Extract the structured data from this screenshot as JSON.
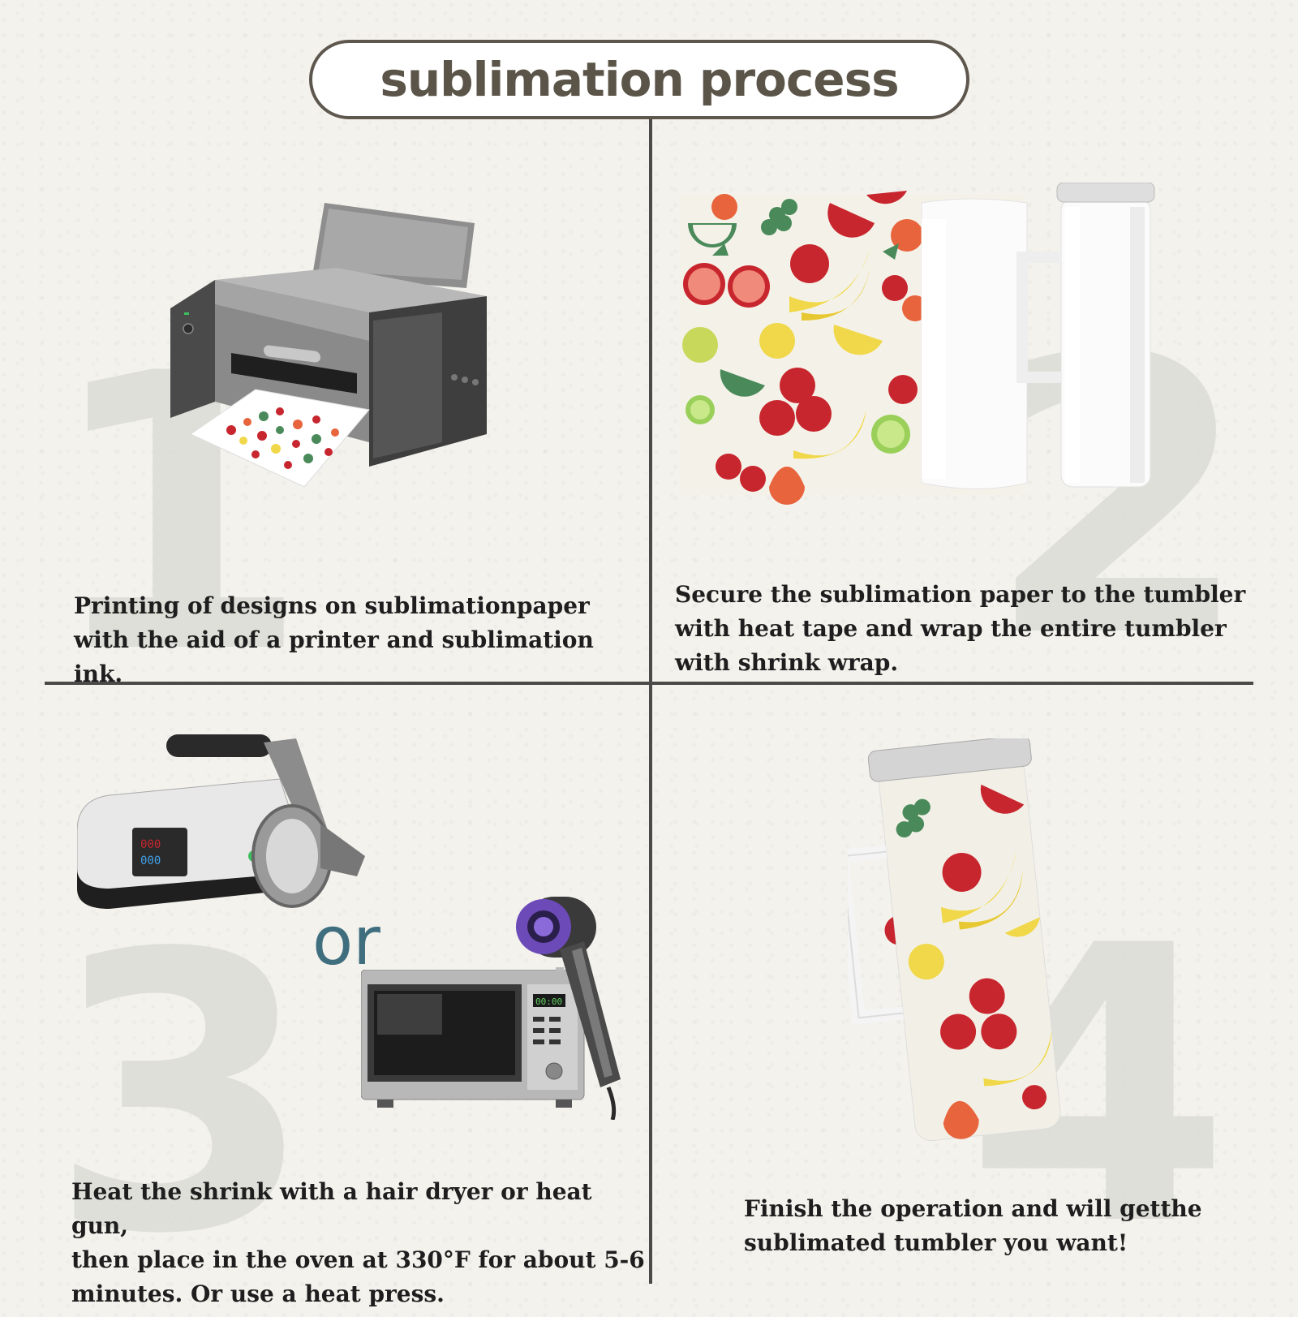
{
  "title": "sublimation process",
  "steps": [
    {
      "number": "1",
      "caption_line1": "Printing of designs on sublimationpaper",
      "caption_line2": "with the aid of a printer and sublimation ink.",
      "illustration": "printer-icon"
    },
    {
      "number": "2",
      "caption_line1": "Secure the sublimation paper to the  tumbler",
      "caption_line2": "with heat tape and wrap the entire tumbler",
      "caption_line3": "with shrink wrap.",
      "illustration": "tumbler-wrap-icon"
    },
    {
      "number": "3",
      "caption_line1": "Heat the shrink with a hair dryer or heat gun,",
      "caption_line2": "then place in the oven at 330°F for about 5-6",
      "caption_line3": "minutes. Or use a heat press.",
      "or_label": "or",
      "illustration": "heat-press-icon"
    },
    {
      "number": "4",
      "caption_line1": "Finish the operation and will getthe",
      "caption_line2": "sublimated tumbler you want!",
      "illustration": "finished-tumbler-icon"
    }
  ],
  "colors": {
    "border": "#5e574d",
    "title": "#5b5448",
    "divider": "#4a4a48",
    "or": "#3f6f7f",
    "apple": "#c8262e",
    "banana": "#f0d84a",
    "leaf": "#4a8a5a",
    "orange": "#e8643c"
  }
}
